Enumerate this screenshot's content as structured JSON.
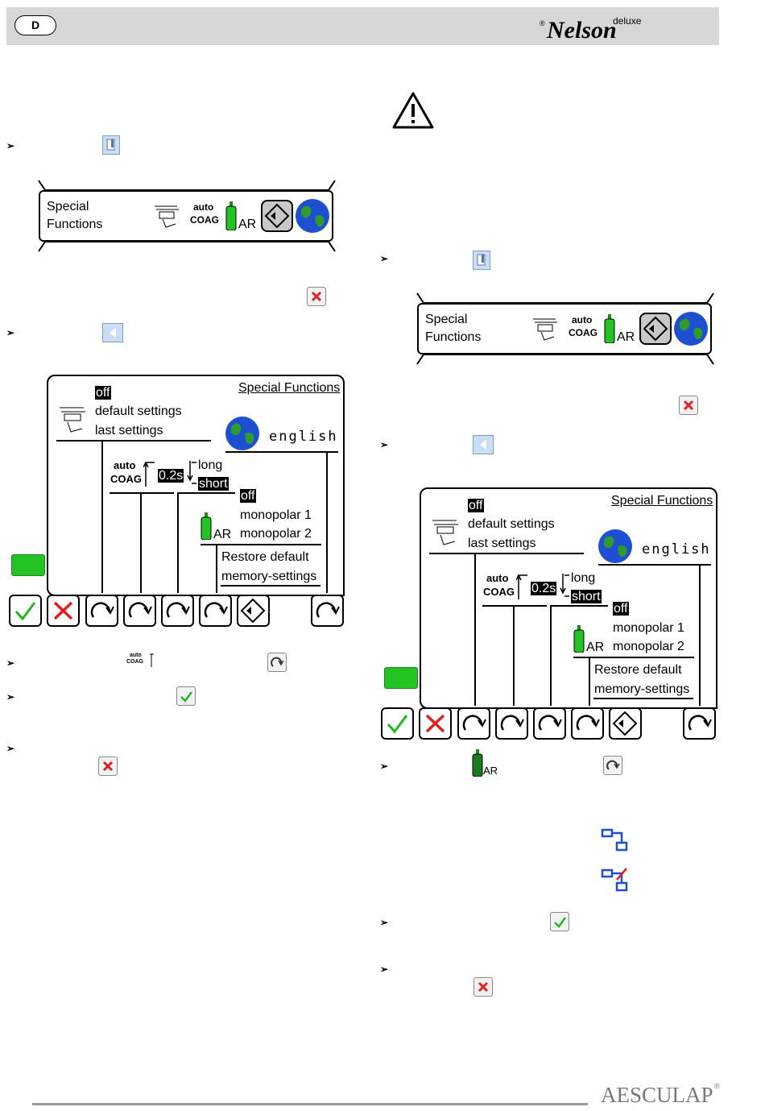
{
  "header": {
    "lang_badge": "D",
    "brand_reg": "®",
    "brand_name": "Nelson",
    "brand_sup": "deluxe"
  },
  "bullet": "➢",
  "strip": {
    "line1": "Special",
    "line2": "Functions",
    "auto": "auto",
    "coag": "COAG",
    "ar": "AR"
  },
  "screen": {
    "off1": "off",
    "default_settings": "default settings",
    "last_settings": "last settings",
    "title": "Special Functions",
    "language": "english",
    "auto": "auto",
    "coag": "COAG",
    "time": "0.2s",
    "long": "long",
    "short": "short",
    "off2": "off",
    "monopolar1": "monopolar 1",
    "monopolar2": "monopolar 2",
    "ar": "AR",
    "restore1": "Restore default",
    "restore2": "memory-settings"
  },
  "inline": {
    "auto_small": "auto",
    "coag_small": "COAG",
    "ar": "AR"
  },
  "footer": {
    "logo": "AESCULAP",
    "reg": "®"
  },
  "colors": {
    "header_bg": "#d7d7d7",
    "green": "#22c322",
    "red": "#e02020",
    "blue": "#1f4fd1"
  }
}
